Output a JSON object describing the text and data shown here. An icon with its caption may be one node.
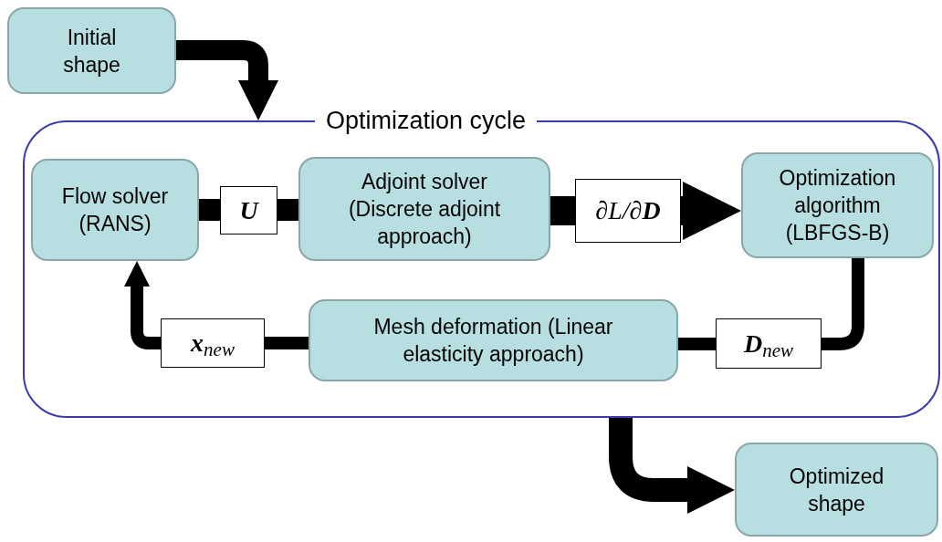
{
  "diagram": {
    "nodes": [
      {
        "text": [
          "Initial shape"
        ]
      },
      {
        "text": [
          "Optimization cycle"
        ]
      },
      {
        "text": [
          "Flow solver (RANS)"
        ],
        "in": 1
      },
      {
        "text": [
          "**U**"
        ],
        "in": 1
      },
      {
        "text": [
          "Adjoint solver (Discrete adjoint approach)"
        ],
        "in": 1
      },
      {
        "text": [
          "∂L/∂**D**"
        ],
        "in": 1
      },
      {
        "text": [
          "Optimization algorithm (LBFGS-B)"
        ],
        "in": 1
      },
      {
        "text": [
          "**x**$_{new}$"
        ],
        "in": 1
      },
      {
        "text": [
          "Mesh deformation (Linear elasticity approach)"
        ],
        "in": 1
      },
      {
        "text": [
          "**D**$_{new}$"
        ],
        "in": 1
      },
      {
        "text": [
          "Optimized shape"
        ]
      }
    ],
    "edges": [
      {
        "from": 0,
        "to": 1,
        "arrow": "to"
      },
      {
        "from": 2,
        "to": 3,
        "arrow": "none"
      },
      {
        "from": 3,
        "to": 4,
        "arrow": "none"
      },
      {
        "from": 4,
        "to": 5,
        "arrow": "none"
      },
      {
        "from": 5,
        "to": 6,
        "arrow": "to"
      },
      {
        "from": 6,
        "to": 9,
        "arrow": "none"
      },
      {
        "from": 9,
        "to": 8,
        "arrow": "none"
      },
      {
        "from": 8,
        "to": 7,
        "arrow": "none"
      },
      {
        "from": 7,
        "to": 2,
        "arrow": "to"
      },
      {
        "from": 1,
        "to": 10,
        "arrow": "to"
      }
    ]
  }
}
